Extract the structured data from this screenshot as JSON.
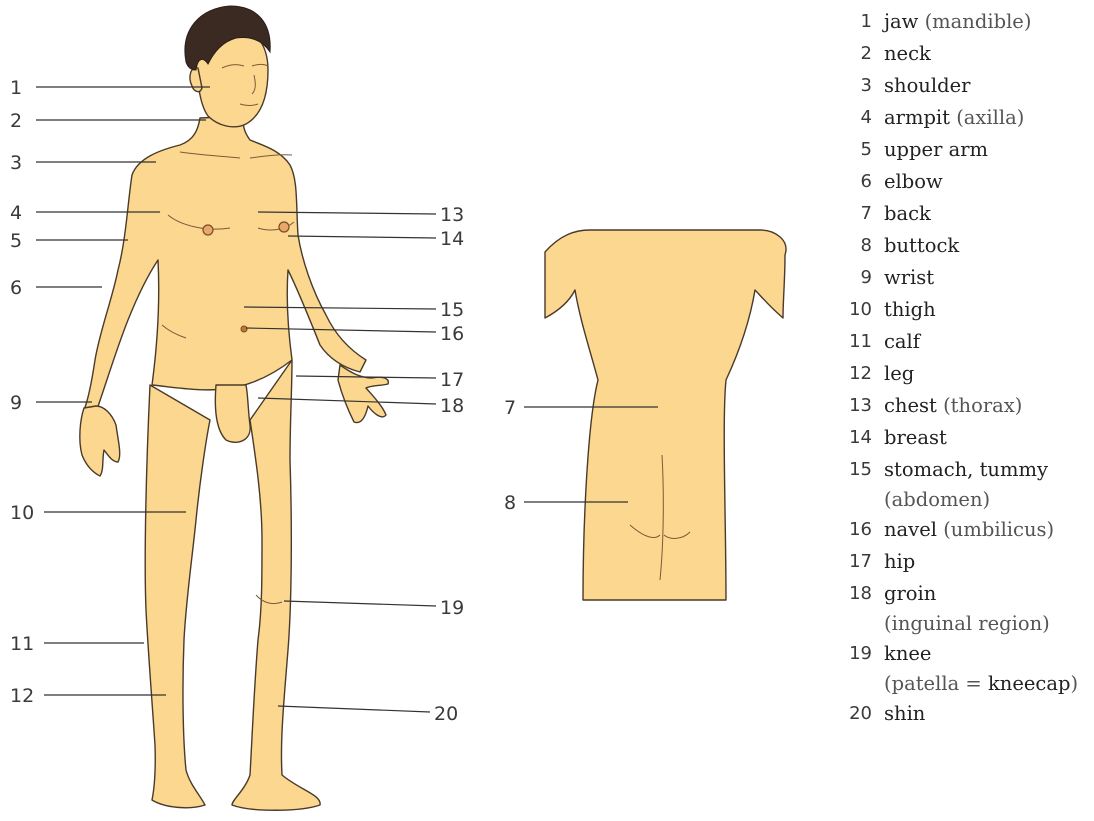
{
  "colors": {
    "skin": "#fbd78f",
    "outline": "#4a3a2a",
    "hair": "#3a2a22",
    "text": "#3a3a3a"
  },
  "callouts_left": [
    "1",
    "2",
    "3",
    "4",
    "5",
    "6",
    "9",
    "10",
    "11",
    "12"
  ],
  "callouts_right": [
    "13",
    "14",
    "15",
    "16",
    "17",
    "18",
    "19",
    "20"
  ],
  "callouts_back": [
    "7",
    "8"
  ],
  "legend": [
    {
      "num": "1",
      "term": "jaw",
      "detail": "(mandible)"
    },
    {
      "num": "2",
      "term": "neck",
      "detail": ""
    },
    {
      "num": "3",
      "term": "shoulder",
      "detail": ""
    },
    {
      "num": "4",
      "term": "armpit",
      "detail": "(axilla)"
    },
    {
      "num": "5",
      "term": "upper arm",
      "detail": ""
    },
    {
      "num": "6",
      "term": "elbow",
      "detail": ""
    },
    {
      "num": "7",
      "term": "back",
      "detail": ""
    },
    {
      "num": "8",
      "term": "buttock",
      "detail": ""
    },
    {
      "num": "9",
      "term": "wrist",
      "detail": ""
    },
    {
      "num": "10",
      "term": "thigh",
      "detail": ""
    },
    {
      "num": "11",
      "term": "calf",
      "detail": ""
    },
    {
      "num": "12",
      "term": "leg",
      "detail": ""
    },
    {
      "num": "13",
      "term": "chest",
      "detail": "(thorax)"
    },
    {
      "num": "14",
      "term": "breast",
      "detail": ""
    },
    {
      "num": "15",
      "term": "stomach, tummy",
      "detail": "",
      "cont": "(abdomen)"
    },
    {
      "num": "16",
      "term": "navel",
      "detail": "(umbilicus)"
    },
    {
      "num": "17",
      "term": "hip",
      "detail": ""
    },
    {
      "num": "18",
      "term": "groin",
      "detail": "",
      "cont": "(inguinal region)"
    },
    {
      "num": "19",
      "term": "knee",
      "detail": "",
      "cont_a": "(patella = ",
      "cont_b": "kneecap",
      "cont_c": ")"
    },
    {
      "num": "20",
      "term": "shin",
      "detail": ""
    }
  ]
}
